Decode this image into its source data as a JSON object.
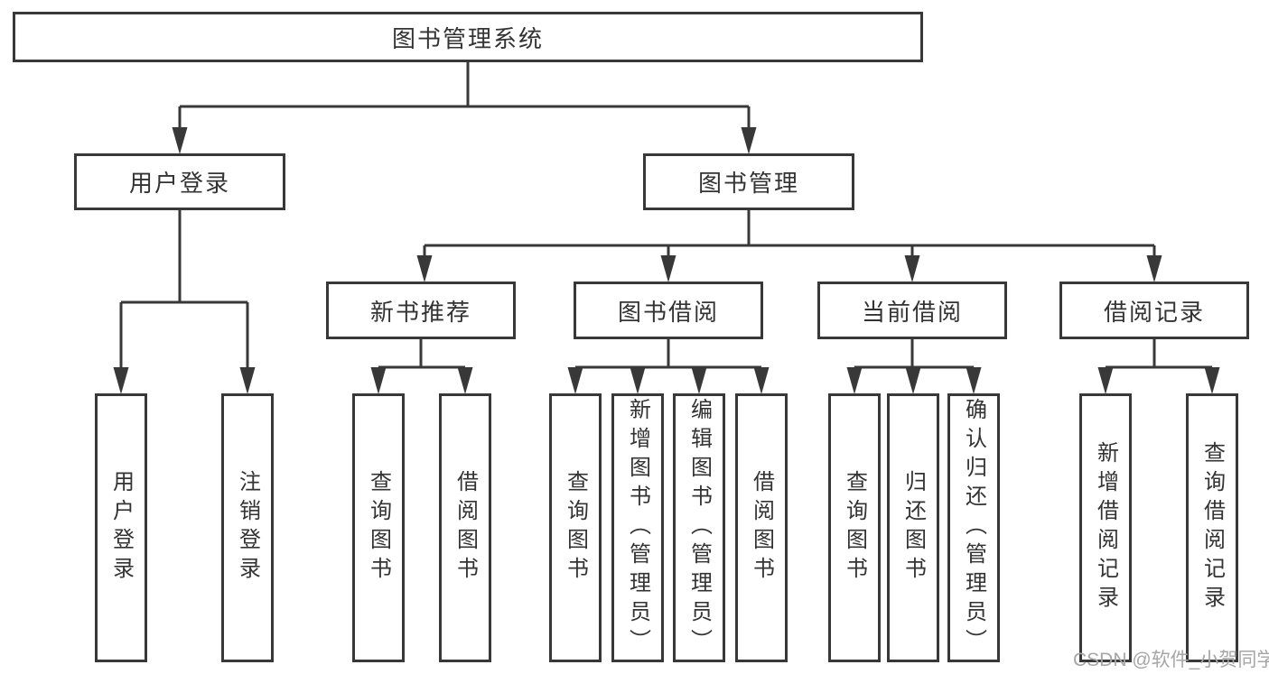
{
  "watermark": "CSDN @软件_小贺同学",
  "colors": {
    "line": "#383838",
    "text": "#333333",
    "box_background": "#ffffff",
    "watermark_text": "#a6a6a6"
  },
  "tree": {
    "title": "图书管理系统",
    "children": [
      {
        "label": "用户登录",
        "children": [
          {
            "label": "用户登录"
          },
          {
            "label": "注销登录"
          }
        ]
      },
      {
        "label": "图书管理",
        "children": [
          {
            "label": "新书推荐",
            "children": [
              {
                "label": "查询图书"
              },
              {
                "label": "借阅图书"
              }
            ]
          },
          {
            "label": "图书借阅",
            "children": [
              {
                "label": "查询图书"
              },
              {
                "label": "新增图书（管理员）"
              },
              {
                "label": "编辑图书（管理员）"
              },
              {
                "label": "借阅图书"
              }
            ]
          },
          {
            "label": "当前借阅",
            "children": [
              {
                "label": "查询图书"
              },
              {
                "label": "归还图书"
              },
              {
                "label": "确认归还（管理员）"
              }
            ]
          },
          {
            "label": "借阅记录",
            "children": [
              {
                "label": "新增借阅记录"
              },
              {
                "label": "查询借阅记录"
              }
            ]
          }
        ]
      }
    ]
  }
}
